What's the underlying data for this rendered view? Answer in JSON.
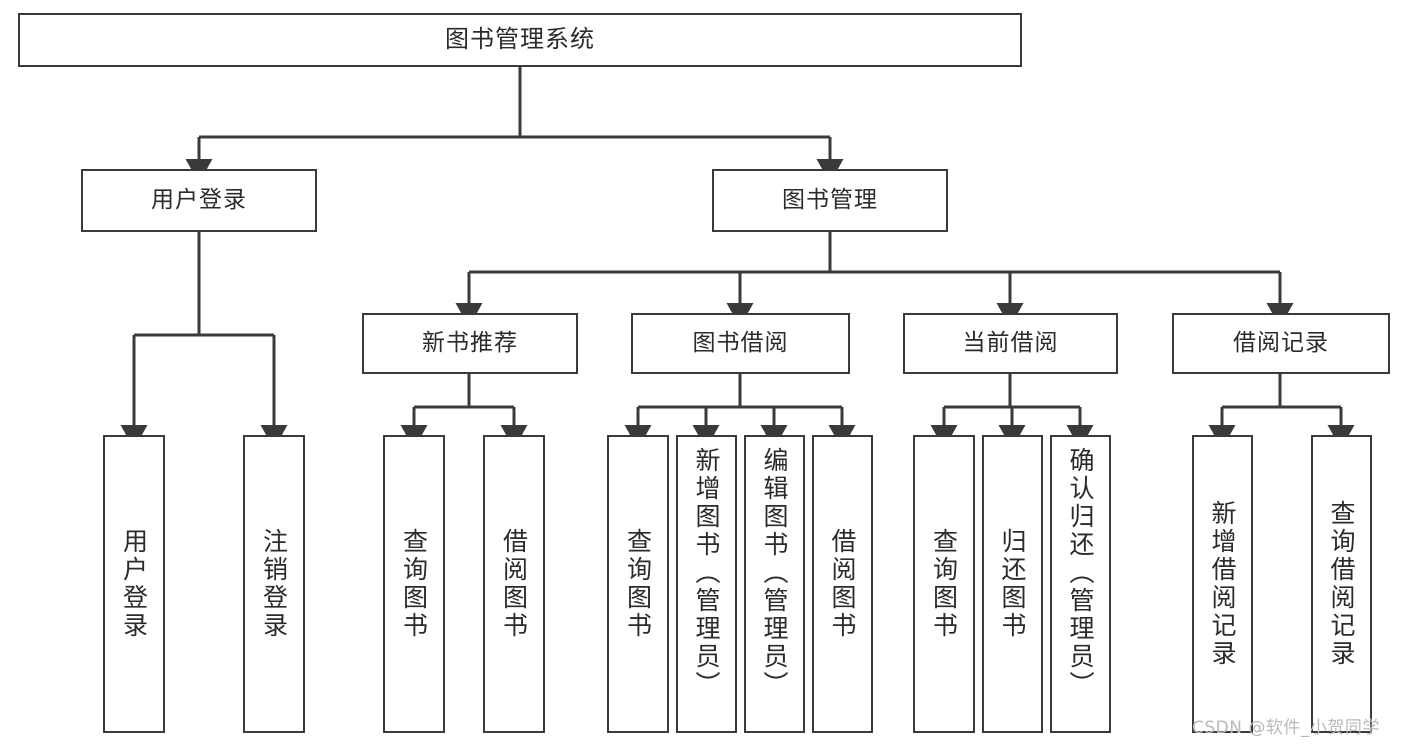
{
  "diagram": {
    "title": "图书管理系统",
    "type": "tree-structure-chart",
    "stroke_color": "#3a3a3a",
    "text_color": "#2b2b2b",
    "background": "#ffffff"
  },
  "root": {
    "label": "图书管理系统"
  },
  "level2": [
    {
      "label": "用户登录"
    },
    {
      "label": "图书管理"
    }
  ],
  "level3": [
    {
      "label": "新书推荐"
    },
    {
      "label": "图书借阅"
    },
    {
      "label": "当前借阅"
    },
    {
      "label": "借阅记录"
    }
  ],
  "leaves": {
    "user_login": [
      {
        "label": "用户登录"
      },
      {
        "label": "注销登录"
      }
    ],
    "new_book": [
      {
        "label": "查询图书"
      },
      {
        "label": "借阅图书"
      }
    ],
    "book_borrow": [
      {
        "label": "查询图书"
      },
      {
        "label": "新增图书（管理员）"
      },
      {
        "label": "编辑图书（管理员）"
      },
      {
        "label": "借阅图书"
      }
    ],
    "current_borrow": [
      {
        "label": "查询图书"
      },
      {
        "label": "归还图书"
      },
      {
        "label": "确认归还（管理员）"
      }
    ],
    "borrow_record": [
      {
        "label": "新增借阅记录"
      },
      {
        "label": "查询借阅记录"
      }
    ]
  },
  "watermark": {
    "text": "CSDN @软件_小贺同学"
  }
}
